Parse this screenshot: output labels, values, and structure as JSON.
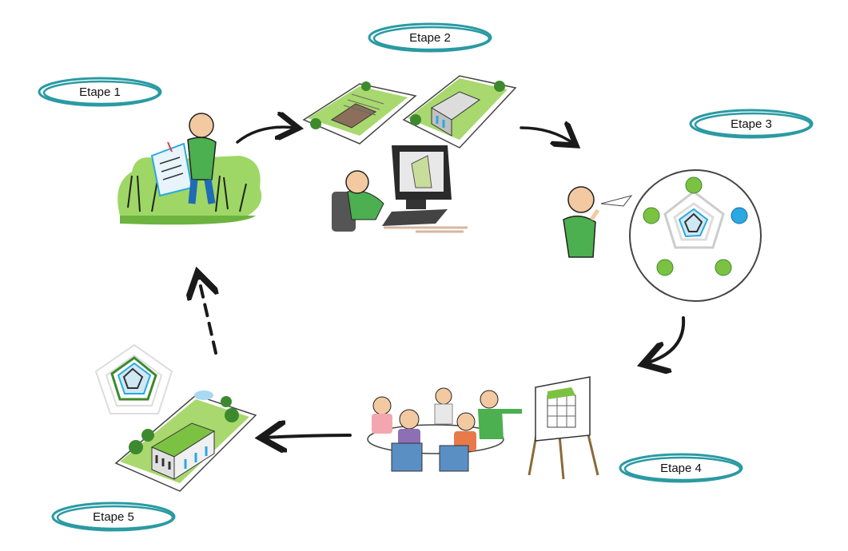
{
  "steps": [
    {
      "label": "Etape 1"
    },
    {
      "label": "Etape 2"
    },
    {
      "label": "Etape 3"
    },
    {
      "label": "Etape 4"
    },
    {
      "label": "Etape 5"
    }
  ],
  "colors": {
    "ellipse": "#2a9aa3",
    "green": "#7cc242",
    "dark_green": "#3d8a2e",
    "skin": "#f2c9a0",
    "arrow": "#1a1a1a",
    "radar_blue": "#29a9e0"
  },
  "icons": [
    "person-with-sign-icon",
    "site-plans-icon",
    "computer-user-icon",
    "thinking-person-icon",
    "radar-circle-icon",
    "meeting-icon",
    "easel-icon",
    "green-building-icon",
    "radar-chart-icon"
  ]
}
